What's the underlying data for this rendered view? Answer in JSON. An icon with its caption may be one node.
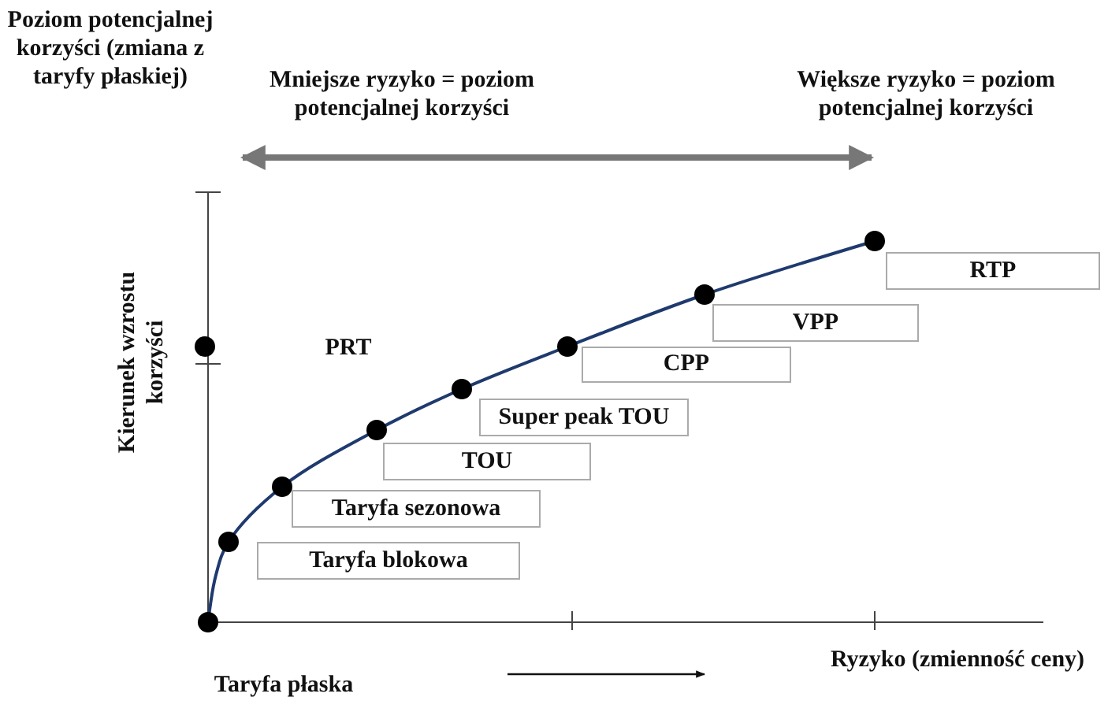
{
  "diagram": {
    "nodes": [
      {
        "text": [
          "Taryfa blokowa"
        ]
      },
      {
        "text": [
          "Taryfa sezonowa"
        ]
      },
      {
        "text": [
          "TOU"
        ]
      },
      {
        "text": [
          "Super peak TOU"
        ]
      },
      {
        "text": [
          "CPP"
        ]
      },
      {
        "text": [
          "VPP"
        ]
      },
      {
        "text": [
          "RTP"
        ]
      }
    ],
    "edges": [],
    "labels": [
      "Poziom potencjalnej korzyści (zmiana z taryfy płaskiej)",
      "Mniejsze ryzyko = poziom potencjalnej korzyści",
      "Większe ryzyko = poziom potencjalnej korzyści",
      "Kierunek wzrostu korzyści",
      "PRT",
      "Taryfa płaska",
      "Ryzyko (zmienność ceny)"
    ]
  }
}
